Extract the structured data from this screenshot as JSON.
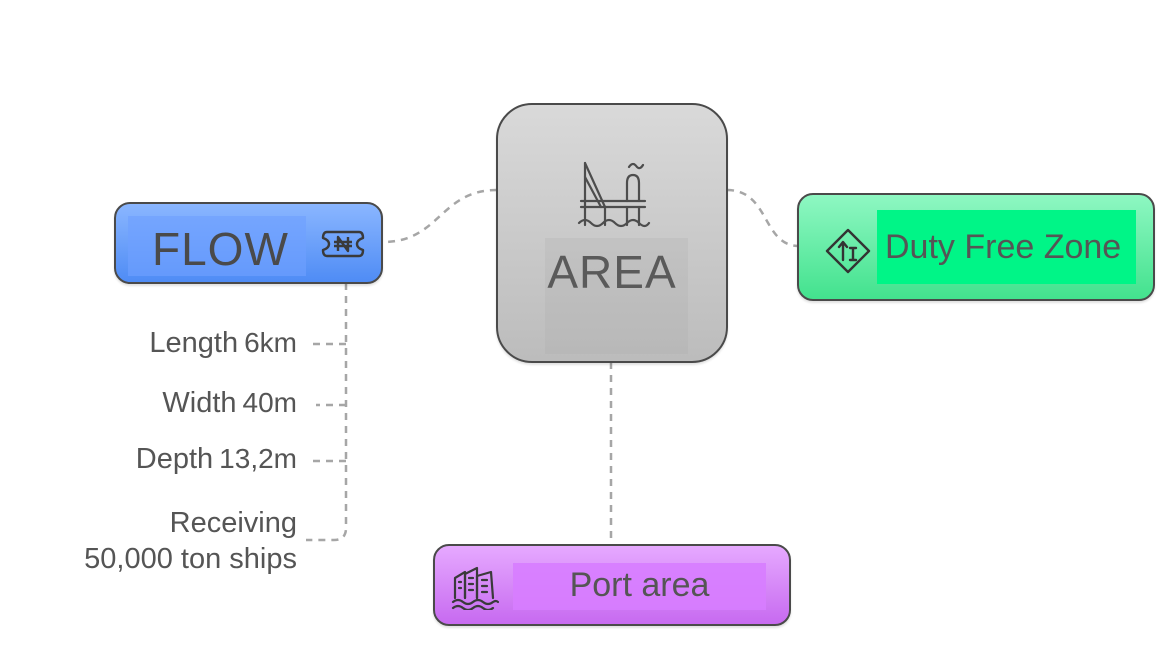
{
  "center_node": {
    "label": "AREA",
    "icon": "offshore-platform-icon"
  },
  "flow_node": {
    "label": "FLOW",
    "icon": "naira-ticket-icon",
    "color": "#5b93f6"
  },
  "duty_free_node": {
    "label": "Duty Free Zone",
    "icon": "road-sign-icon",
    "color": "#00f587"
  },
  "port_node": {
    "label": "Port area",
    "icon": "flooded-buildings-icon",
    "color": "#d57dff"
  },
  "flow_details": [
    {
      "label": "Length",
      "value": "6km"
    },
    {
      "label": "Width",
      "value": "40m"
    },
    {
      "label": "Depth",
      "value": "13,2m"
    },
    {
      "label": "Receiving",
      "value": "50,000 ton ships"
    }
  ]
}
